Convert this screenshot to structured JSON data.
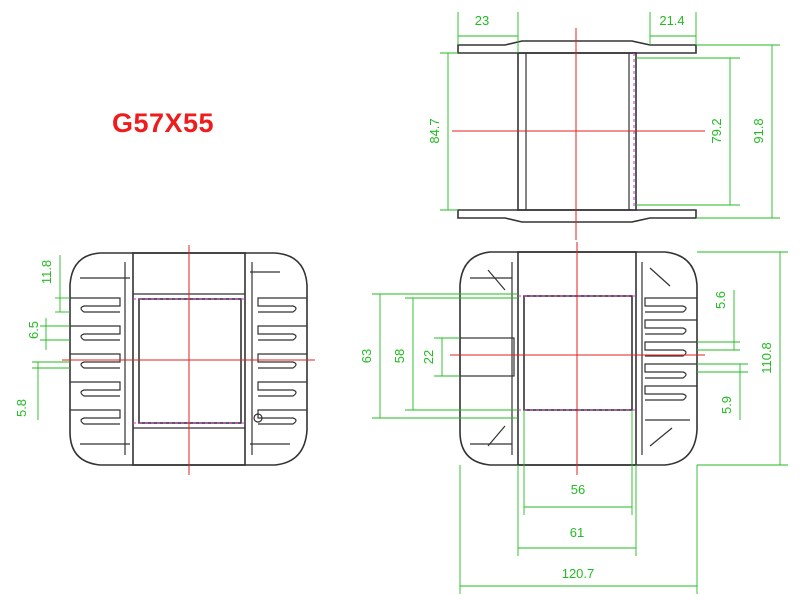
{
  "title": "G57X55",
  "dimensions": {
    "top_flange_left": "23",
    "top_flange_right": "21.4",
    "top_height_inner": "84.7",
    "top_height_mid": "79.2",
    "top_height_outer": "91.8",
    "left_slot_pitch": "11.8",
    "left_slot_width": "6.5",
    "left_slot_gap": "5.8",
    "front_h_63": "63",
    "front_h_58": "58",
    "front_h_22": "22",
    "right_slot_width": "5.6",
    "right_slot_gap": "5.9",
    "front_h_outer": "110.8",
    "width_56": "56",
    "width_61": "61",
    "width_total": "120.7"
  },
  "colors": {
    "title": "#ee1c1c",
    "outline": "#333333",
    "centerline": "#e22222",
    "hidden": "#cc33cc",
    "dimension": "#22bb22"
  }
}
